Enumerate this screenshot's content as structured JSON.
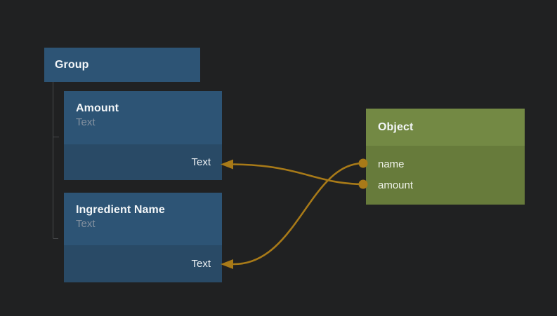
{
  "canvas": {
    "background": "#202122"
  },
  "colors": {
    "blue_header": "#2d5475",
    "blue_body": "#294a66",
    "green_header": "#738944",
    "green_body": "#677b3b",
    "wire": "#a87a18",
    "tree_line": "#46484a",
    "title_text": "#f3f6f8",
    "subtitle_text": "#8491a0"
  },
  "nodes": {
    "group": {
      "title": "Group"
    },
    "amount": {
      "title": "Amount",
      "subtitle": "Text",
      "port_label": "Text"
    },
    "ingredient": {
      "title": "Ingredient Name",
      "subtitle": "Text",
      "port_label": "Text"
    },
    "object": {
      "title": "Object",
      "ports": [
        {
          "label": "name"
        },
        {
          "label": "amount"
        }
      ]
    }
  },
  "connections": [
    {
      "from": "object.name",
      "to": "ingredient-name.text"
    },
    {
      "from": "object.amount",
      "to": "amount.text"
    }
  ]
}
